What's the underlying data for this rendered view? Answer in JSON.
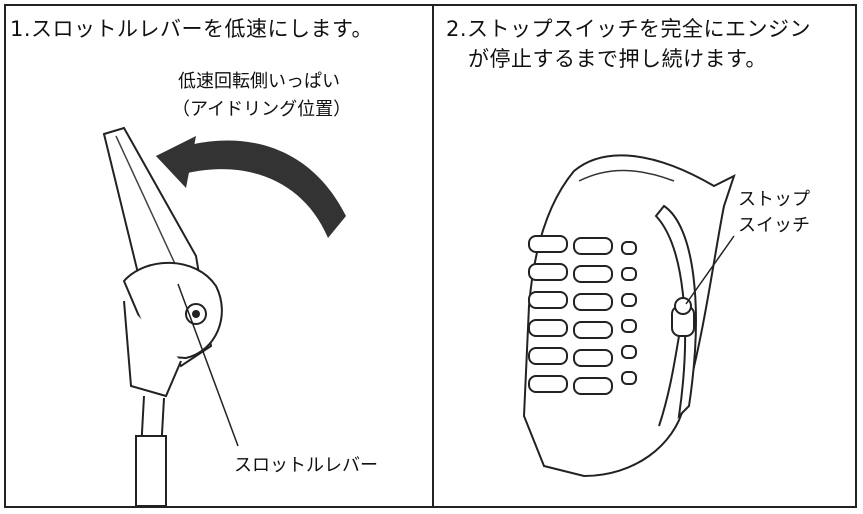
{
  "steps": [
    {
      "number": "1.",
      "text": "スロットルレバーを低速にします。",
      "callout_direction_line1": "低速回転側いっぱい",
      "callout_direction_line2": "（アイドリング位置）",
      "callout_part": "スロットルレバー"
    },
    {
      "number": "2.",
      "text_line1": "ストップスイッチを完全にエンジン",
      "text_line2": "が停止するまで押し続けます。",
      "callout_part_line1": "ストップ",
      "callout_part_line2": "スイッチ"
    }
  ],
  "icons": {
    "left_illustration": "throttle-lever-illustration",
    "right_illustration": "engine-stop-switch-illustration",
    "arrow": "curved-arrow-icon"
  }
}
